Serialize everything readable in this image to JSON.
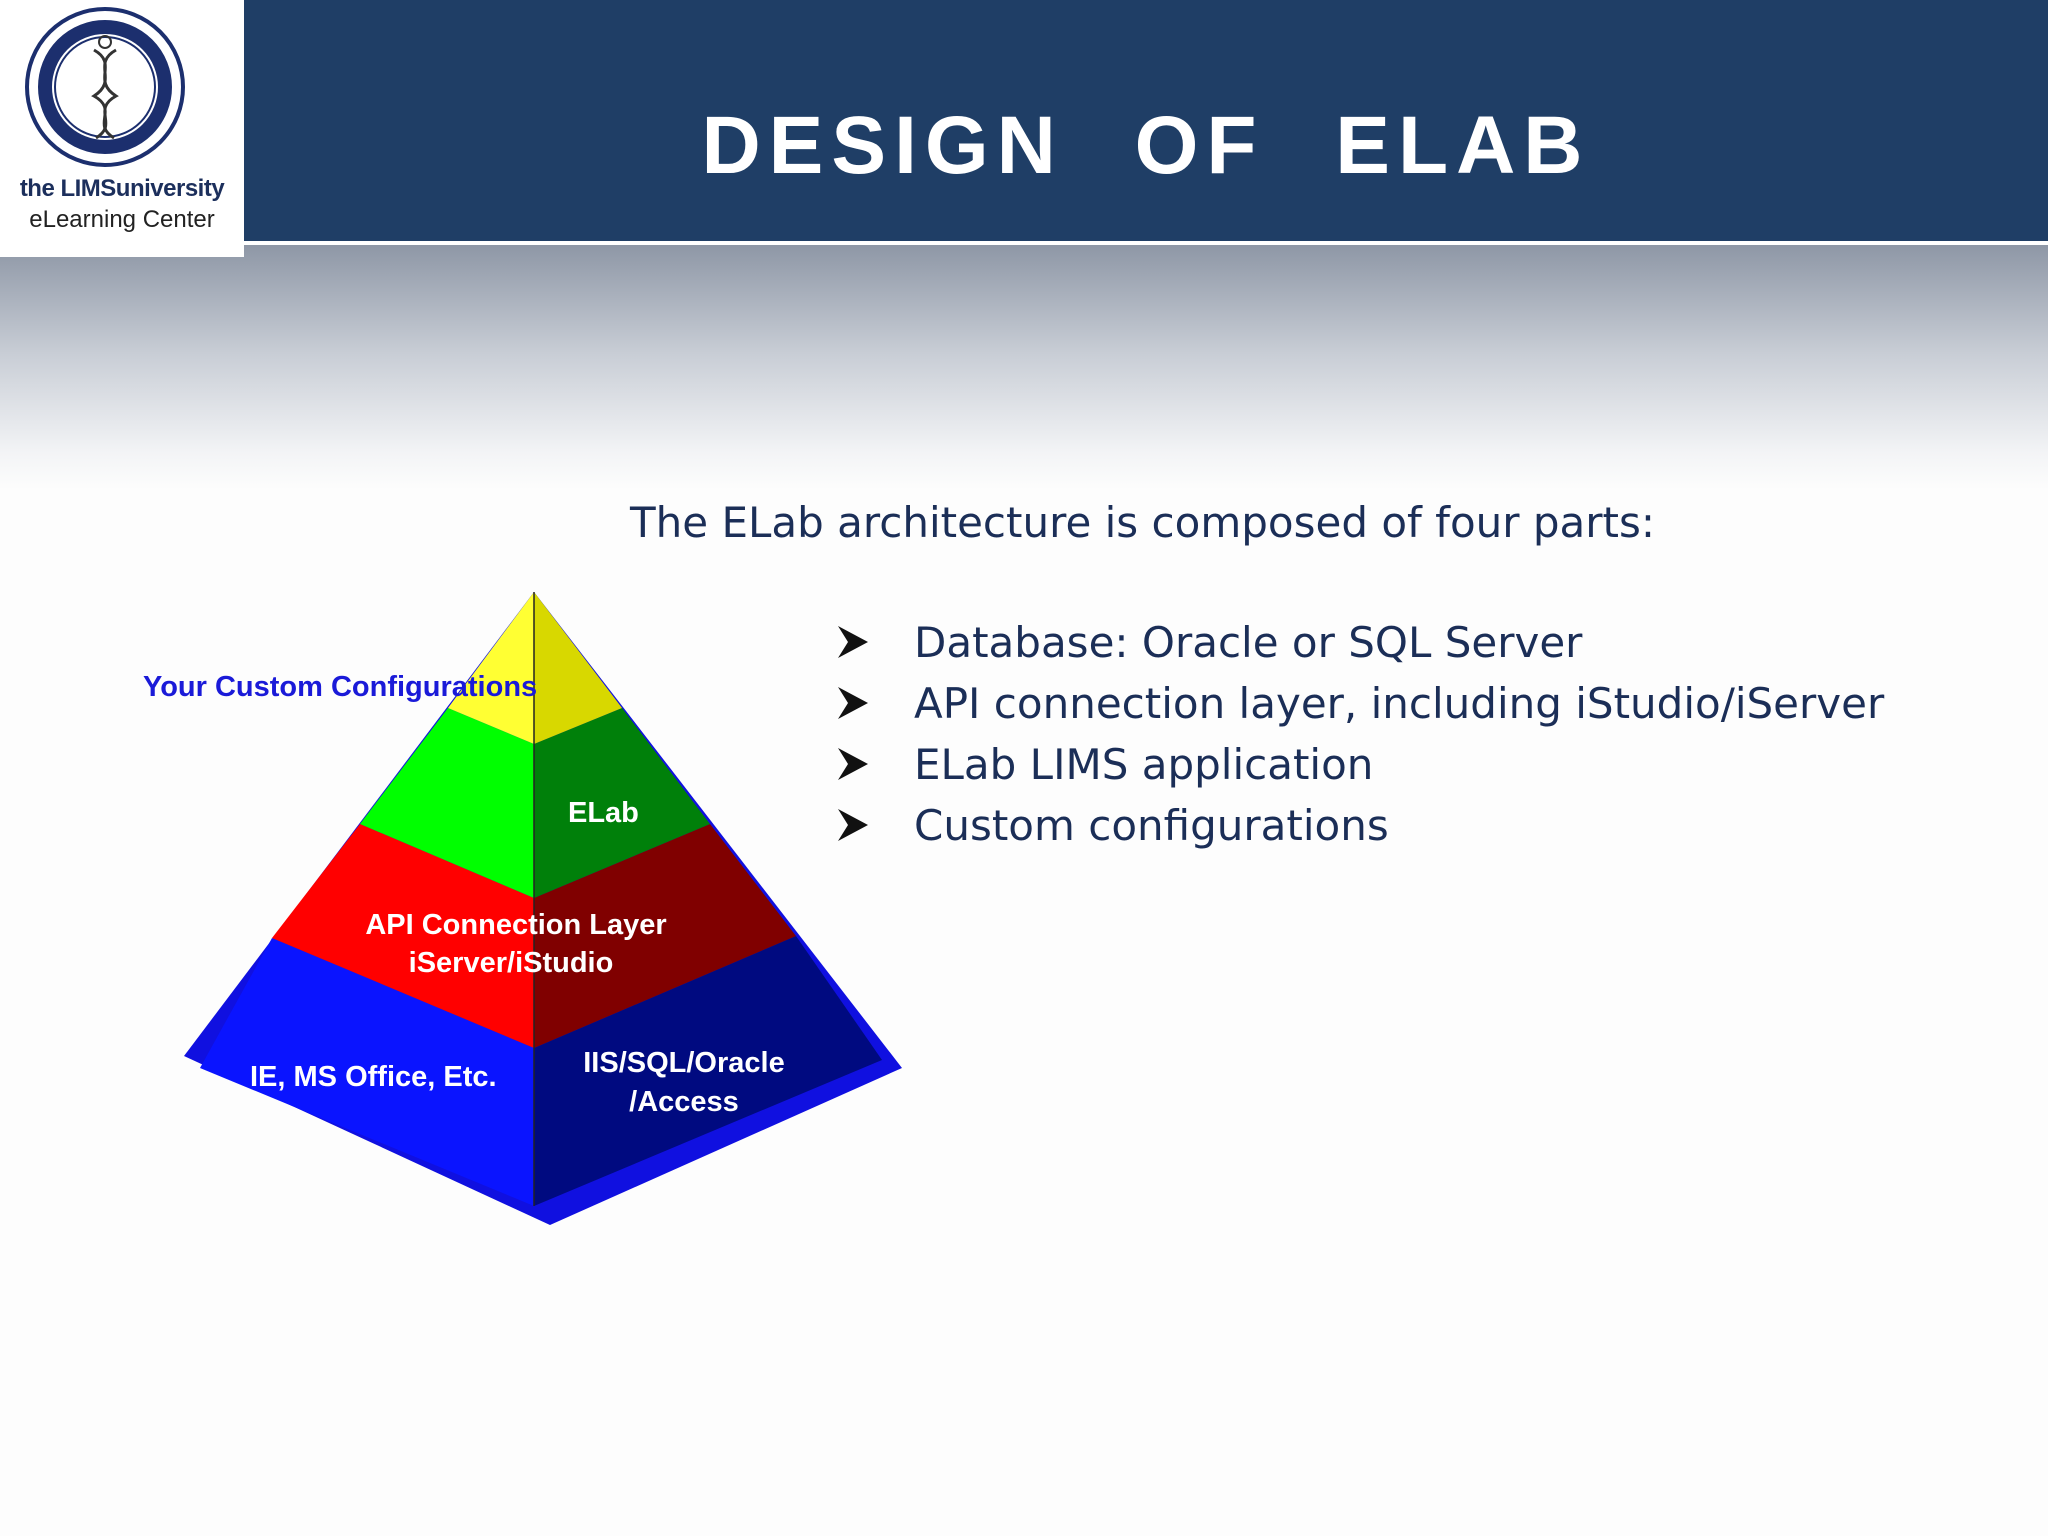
{
  "logo": {
    "line1": "the LIMSuniversity",
    "line2": "eLearning Center"
  },
  "title": "DESIGN OF ELAB",
  "intro": "The ELab architecture is composed of four parts:",
  "bullets": [
    "Database: Oracle or SQL Server",
    "API connection layer, including iStudio/iServer",
    "ELab LIMS application",
    "Custom configurations"
  ],
  "pyramid": {
    "top_label": "Your Custom Configurations",
    "elab_label": "ELab",
    "api_line1": "API Connection Layer",
    "api_line2": "iServer/iStudio",
    "base_left": "IE, MS Office, Etc.",
    "base_right_line1": "IIS/SQL/Oracle",
    "base_right_line2": "/Access"
  },
  "colors": {
    "header": "#1f3e66",
    "text": "#1b2e57",
    "tier_top": "#ffff33",
    "tier_elab": "#00ff00",
    "tier_api": "#ff0000",
    "tier_base": "#0000ff"
  }
}
